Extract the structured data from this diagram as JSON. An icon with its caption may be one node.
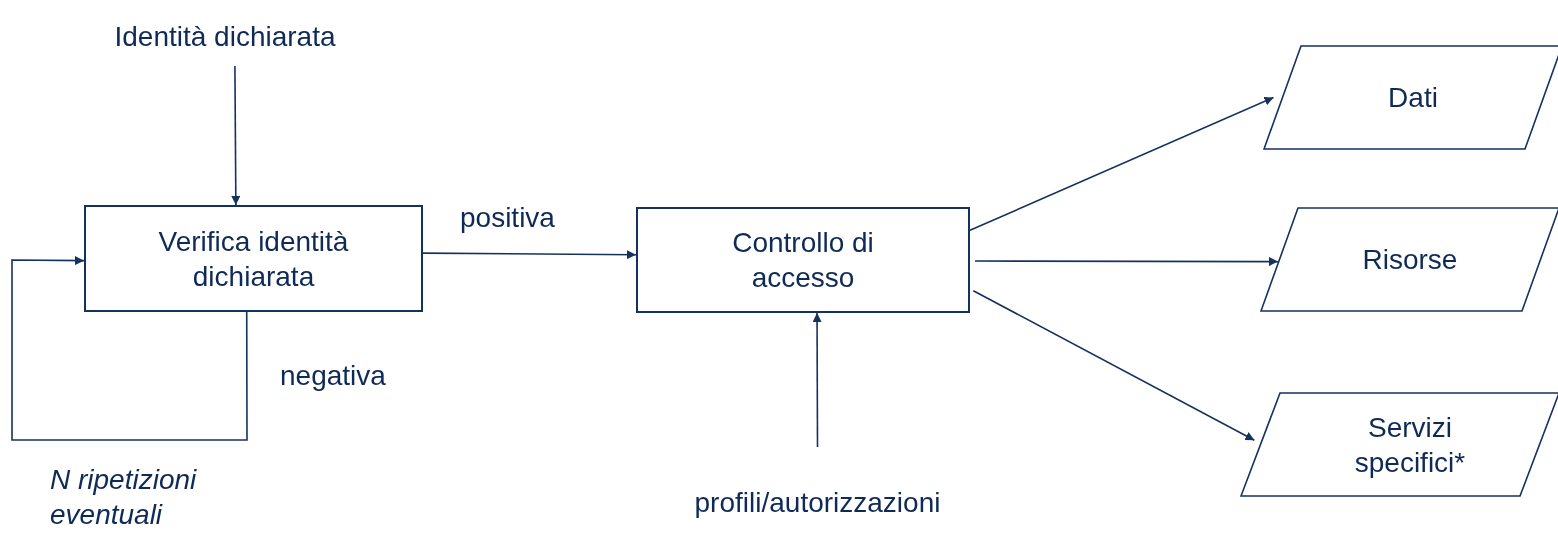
{
  "diagram": {
    "nodes": [
      {
        "text": [
          "Identità dichiarata"
        ]
      },
      {
        "text": [
          "Verifica identità dichiarata"
        ]
      },
      {
        "text": [
          "Controllo di accesso"
        ]
      },
      {
        "text": [
          "profili/autorizzazioni"
        ]
      },
      {
        "text": [
          "Dati"
        ]
      },
      {
        "text": [
          "Risorse"
        ]
      },
      {
        "text": [
          "Servizi specifici*"
        ]
      }
    ],
    "edges": [
      {
        "from": 0,
        "to": 1,
        "arrow": "to"
      },
      {
        "from": 1,
        "to": 2,
        "arrow": "to",
        "label": "positiva"
      },
      {
        "from": 1,
        "to": 1,
        "arrow": "to",
        "label": "negativa"
      },
      {
        "from": 3,
        "to": 2,
        "arrow": "to"
      },
      {
        "from": 2,
        "to": 4,
        "arrow": "to"
      },
      {
        "from": 2,
        "to": 5,
        "arrow": "to"
      },
      {
        "from": 2,
        "to": 6,
        "arrow": "to"
      }
    ],
    "labels": [
      "N ripetizioni eventuali"
    ]
  }
}
